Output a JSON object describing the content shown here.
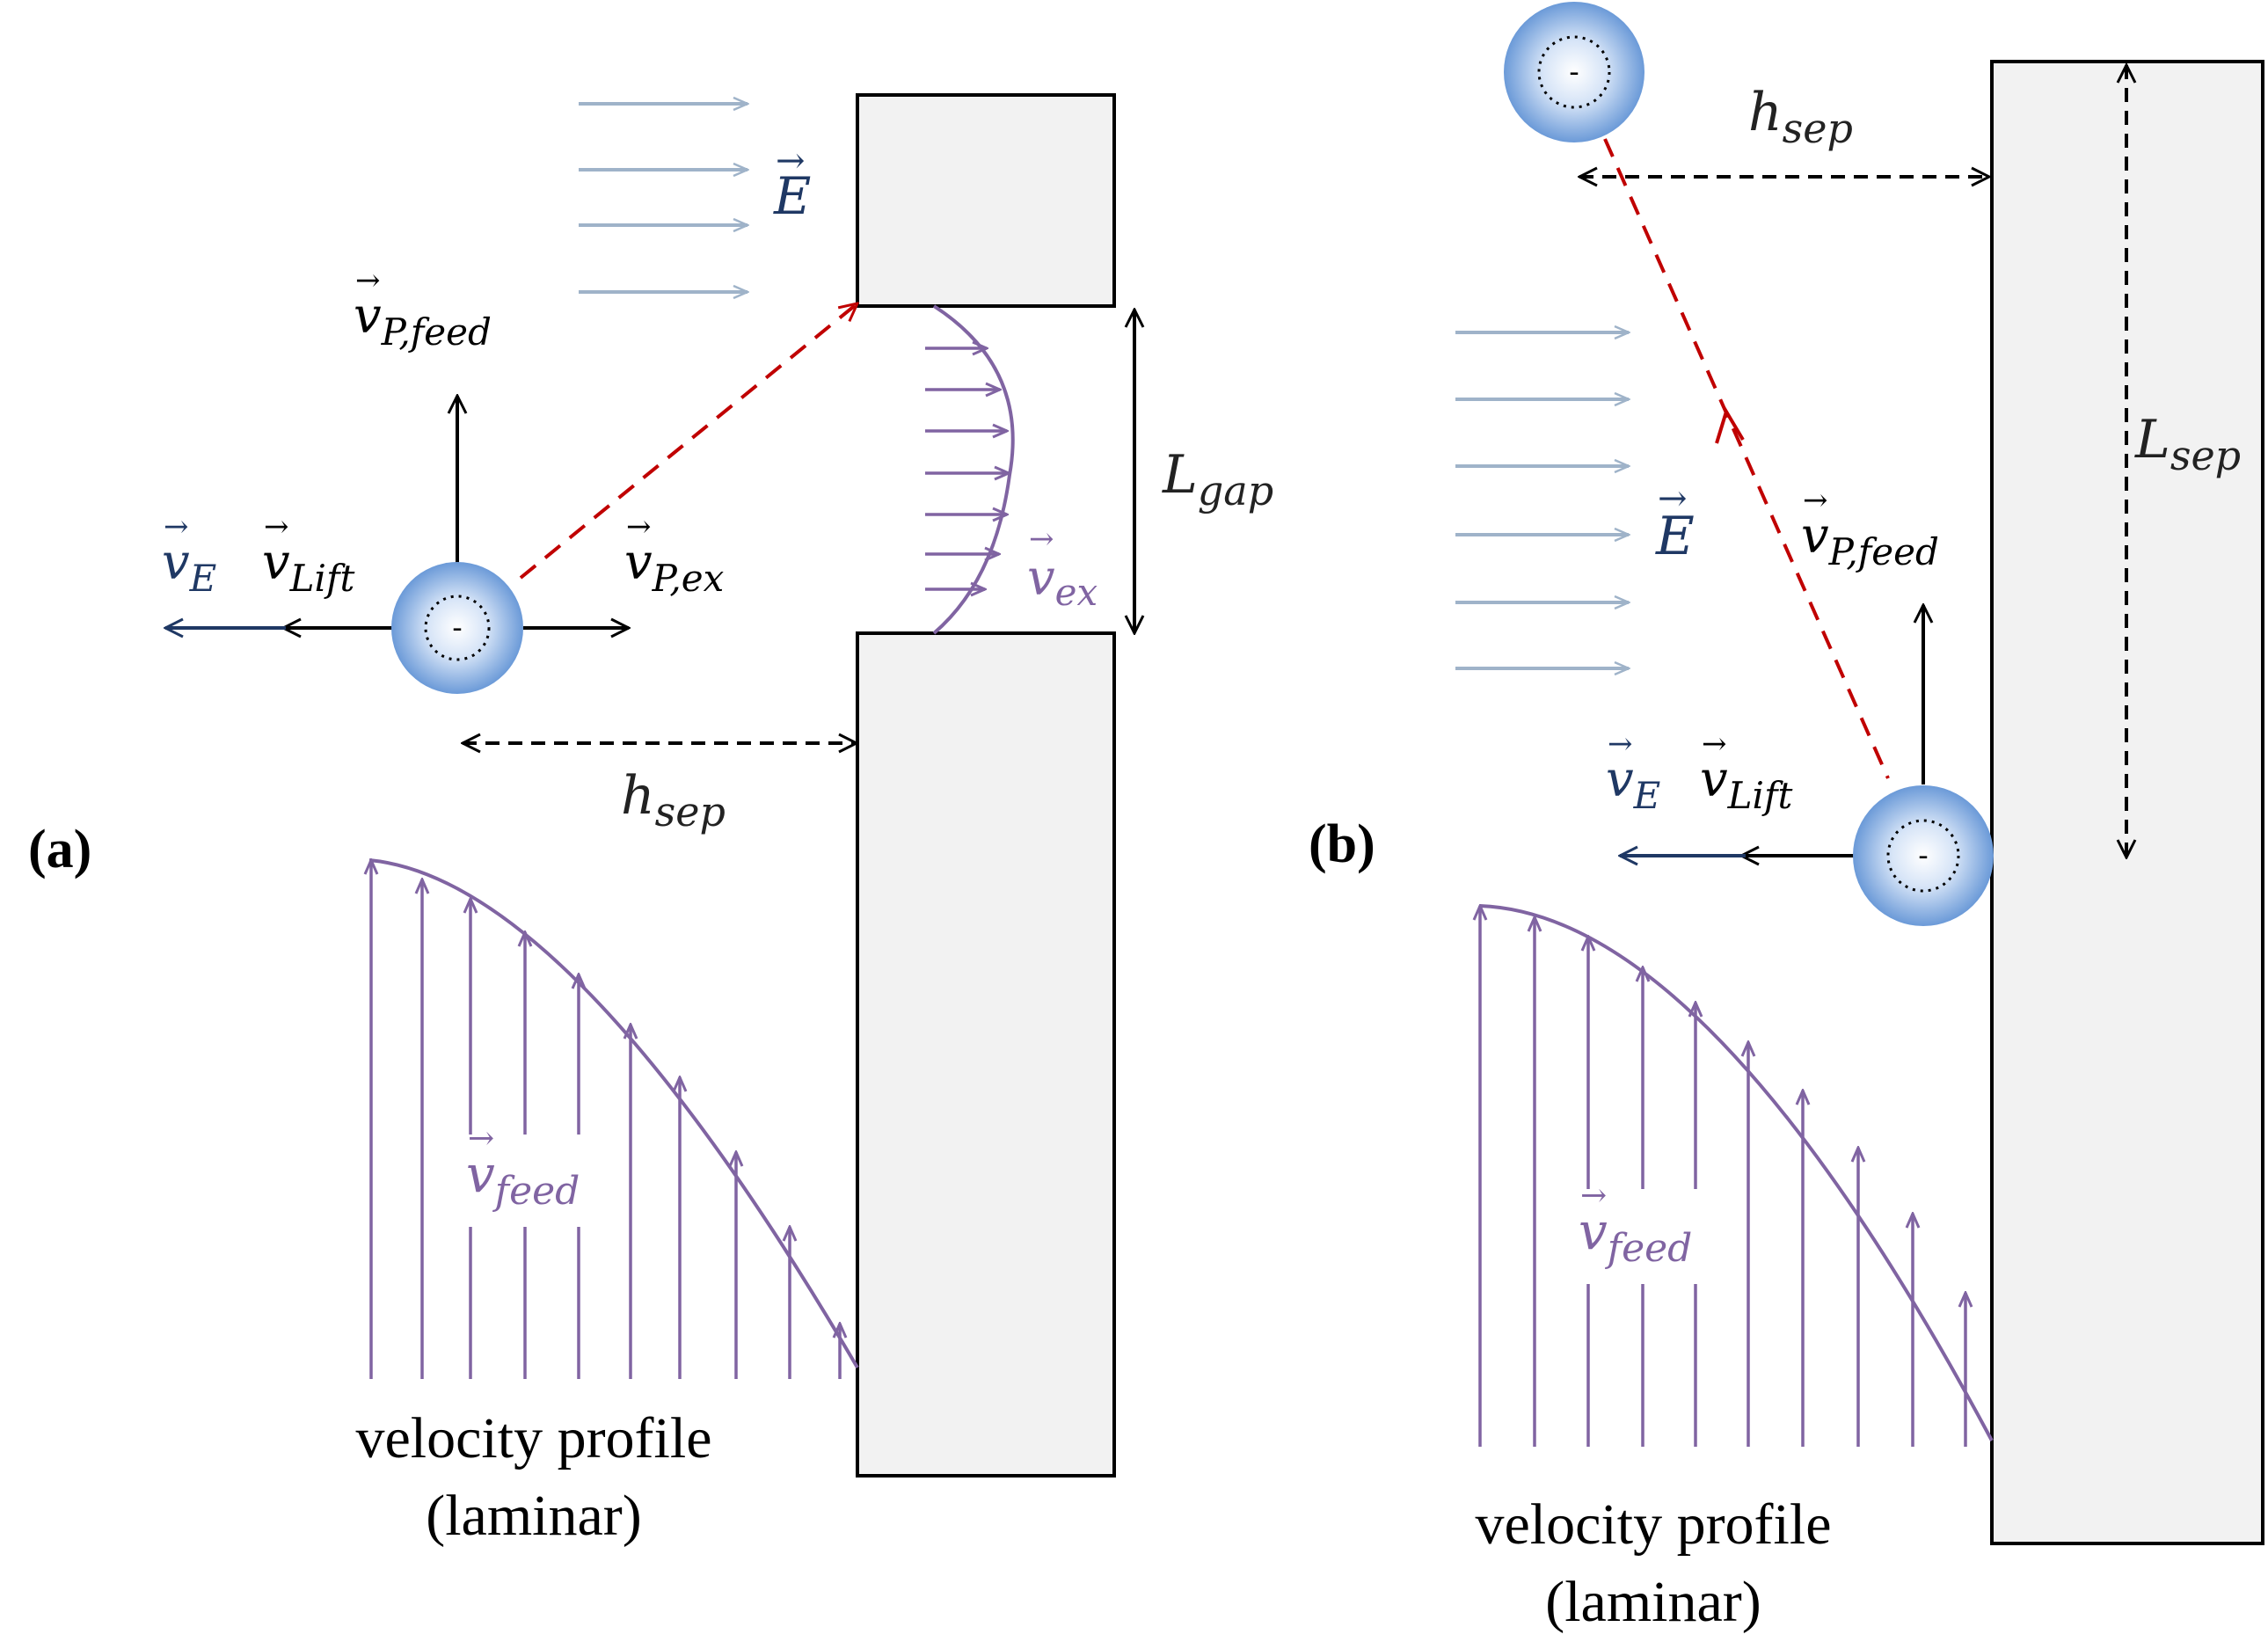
{
  "figure": {
    "panel_a": {
      "label": "(a)",
      "field_symbol": "E",
      "v_p_feed": {
        "base": "v",
        "sub": "P,feed"
      },
      "v_p_ex": {
        "base": "v",
        "sub": "P,ex"
      },
      "v_lift": {
        "base": "v",
        "sub": "Lift"
      },
      "v_e": {
        "base": "v",
        "sub": "E"
      },
      "v_ex": {
        "base": "v",
        "sub": "ex"
      },
      "l_gap": {
        "base": "L",
        "sub": "gap"
      },
      "h_sep": {
        "base": "h",
        "sub": "sep"
      },
      "v_feed": {
        "base": "v",
        "sub": "feed"
      },
      "particle_charge": "-",
      "caption_line1": "velocity profile",
      "caption_line2": "(laminar)"
    },
    "panel_b": {
      "label": "(b)",
      "field_symbol": "E",
      "v_p_feed": {
        "base": "v",
        "sub": "P,feed"
      },
      "v_lift": {
        "base": "v",
        "sub": "Lift"
      },
      "v_e": {
        "base": "v",
        "sub": "E"
      },
      "l_sep": {
        "base": "L",
        "sub": "sep"
      },
      "h_sep": {
        "base": "h",
        "sub": "sep"
      },
      "v_feed": {
        "base": "v",
        "sub": "feed"
      },
      "particle_charge": "-",
      "caption_line1": "velocity profile",
      "caption_line2": "(laminar)"
    },
    "colors": {
      "field_arrows": "#9fb3c9",
      "field_symbol": "#1f3864",
      "velocity_e": "#1f3864",
      "profile": "#8064a2",
      "trajectory": "#c00000",
      "wall_fill": "#f2f2f2",
      "particle_center": "#ffffff",
      "particle_edge": "#5b8fd4"
    }
  }
}
